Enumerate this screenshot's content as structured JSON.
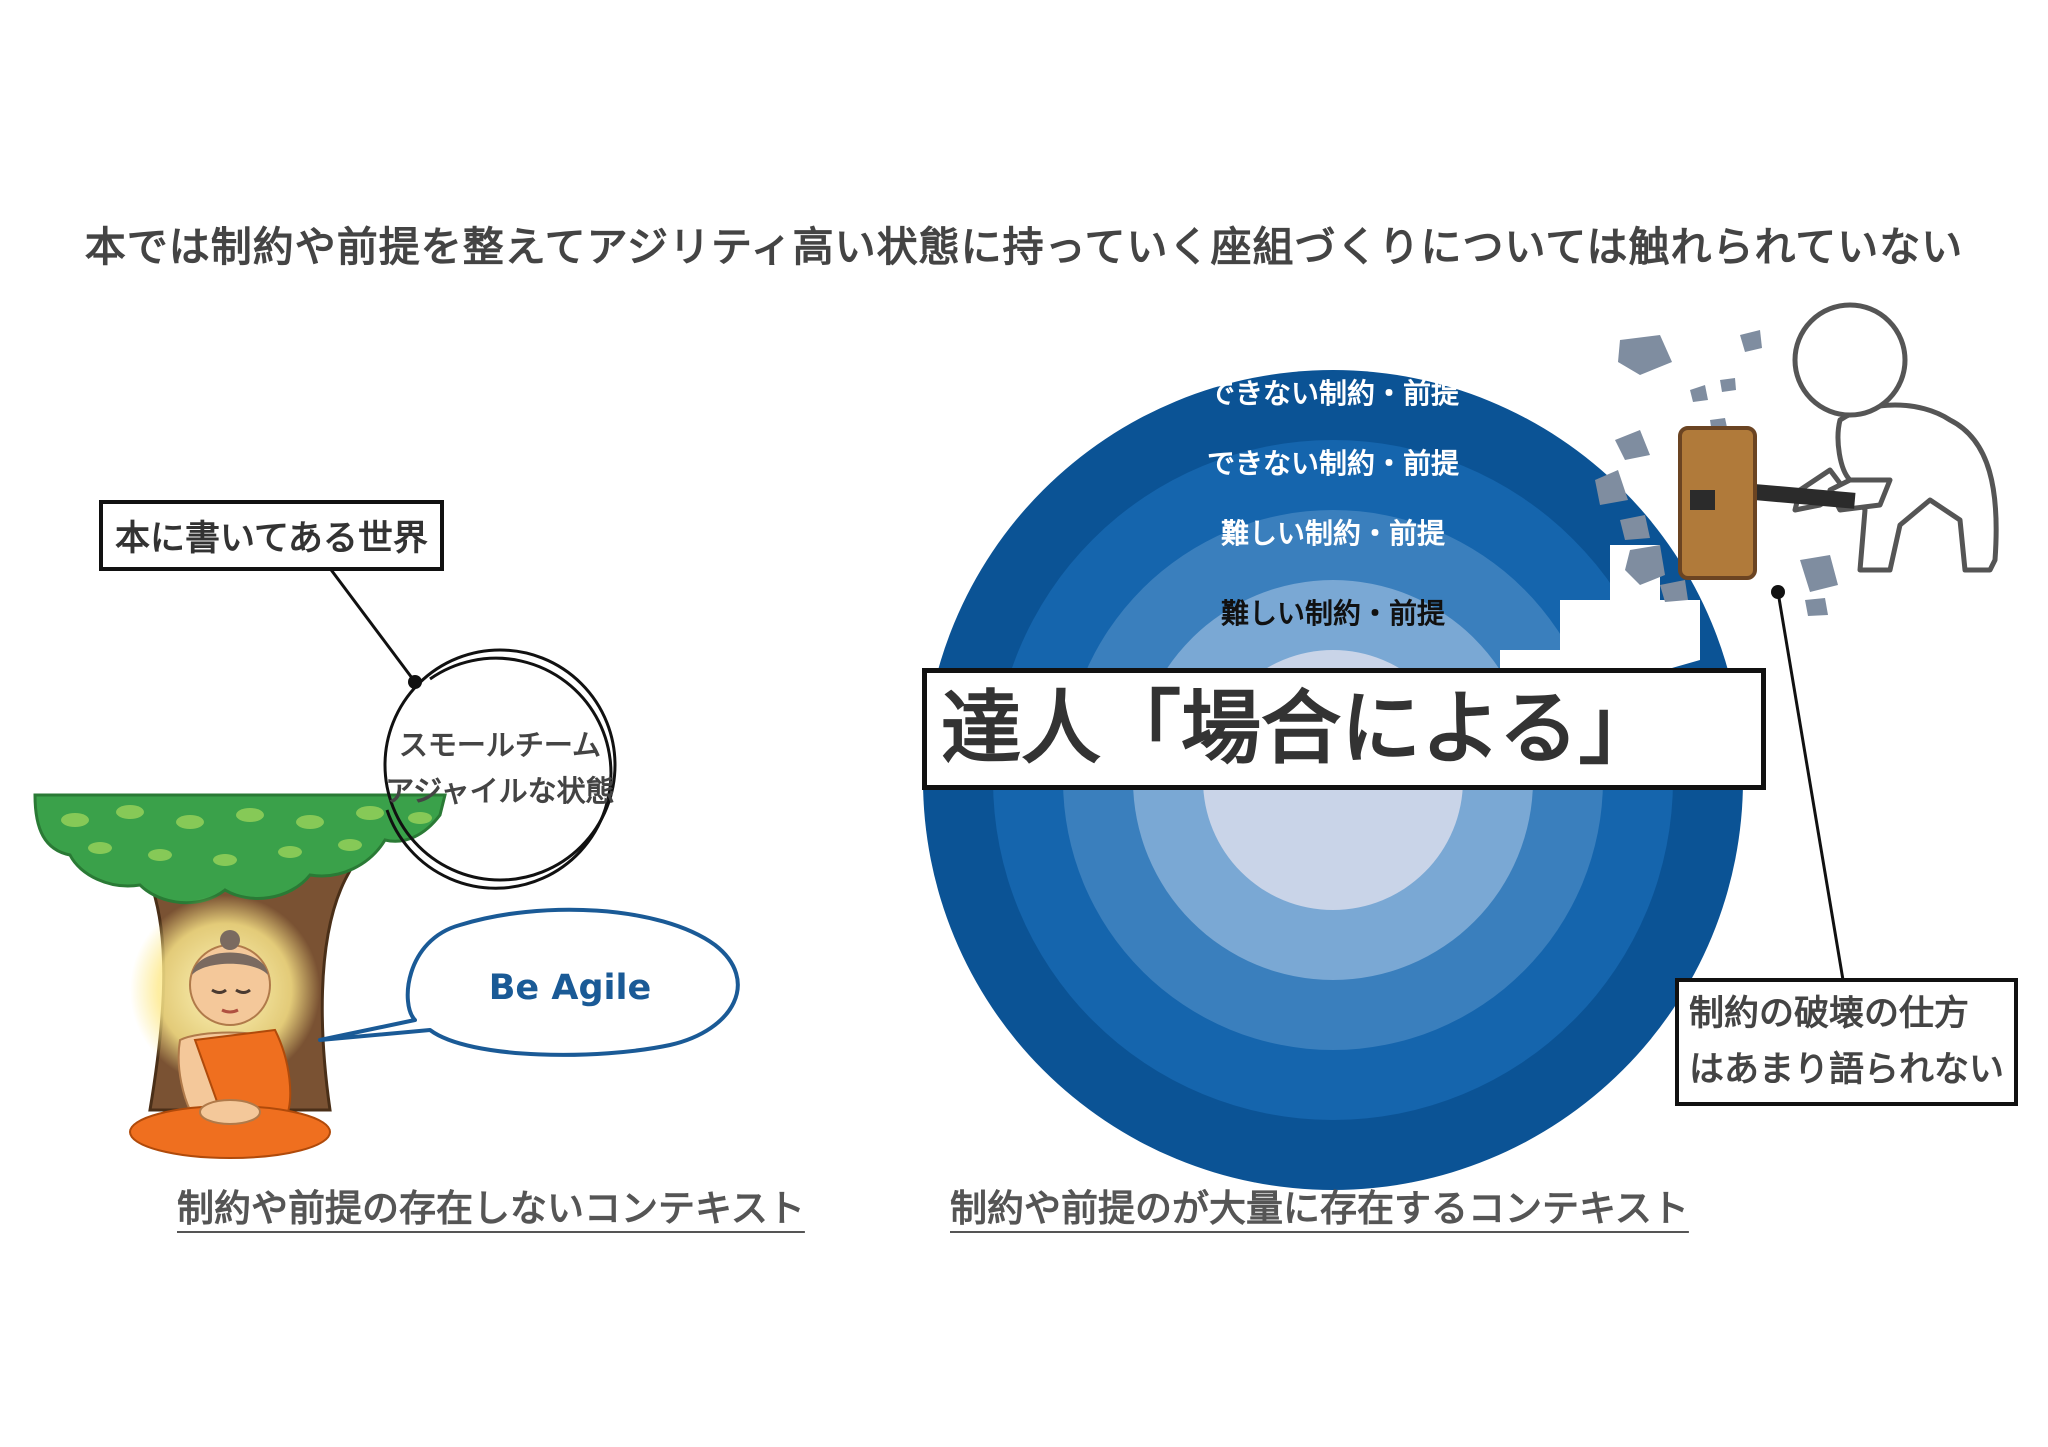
{
  "headline": "本では制約や前提を整えてアジリティ高い状態に持っていく座組づくりについては触れられていない",
  "left_panel": {
    "box_label": "本に書いてある世界",
    "thought_bubble": [
      "スモールチーム",
      "アジャイルな状態"
    ],
    "speech_bubble": "Be Agile",
    "caption": "制約や前提の存在しないコンテキスト"
  },
  "right_panel": {
    "rings": [
      {
        "label": "できない制約・前提",
        "color": "#0b5395"
      },
      {
        "label": "できない制約・前提",
        "color": "#1565ad"
      },
      {
        "label": "難しい制約・前提",
        "color": "#3a7fbd"
      },
      {
        "label": "難しい制約・前提",
        "color": "#7aa8d4"
      },
      {
        "label": "",
        "color": "#c9d4e8"
      }
    ],
    "overlay_banner": "達人「場合による」",
    "box_label": [
      "制約の破壊の仕方",
      "はあまり語られない"
    ],
    "caption": "制約や前提のが大量に存在するコンテキスト"
  },
  "colors": {
    "accent_blue": "#1a5a96",
    "tree_green": "#3aa14a",
    "trunk_brown": "#7a5233",
    "robe_orange": "#ef6f1f",
    "hammer_brown": "#b07a3a",
    "rubble_gray": "#7f8da0"
  }
}
